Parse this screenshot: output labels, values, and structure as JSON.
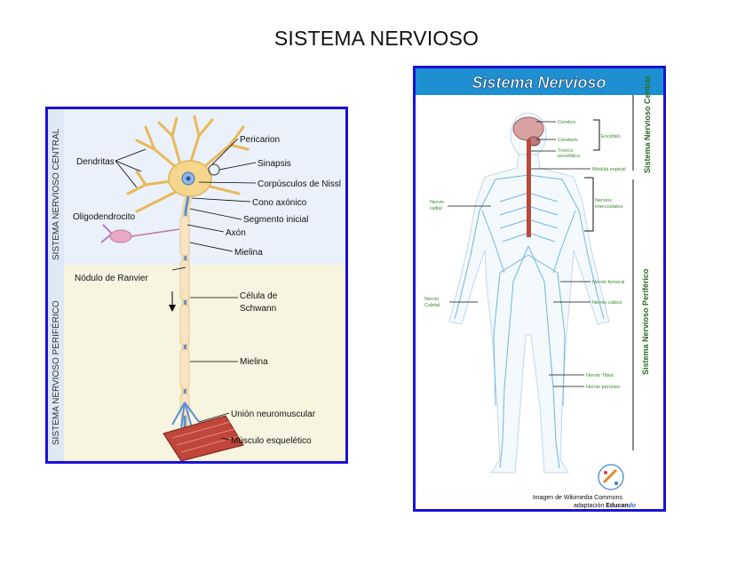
{
  "slide": {
    "title": "SISTEMA NERVIOSO"
  },
  "neuron_panel": {
    "side_central": "SISTEMA NERVIOSO CENTRAL",
    "side_peripheral": "SISTEMA NERVIOSO PERIFÉRICO",
    "labels": {
      "dendritas": "Dendritas",
      "pericarion": "Pericarion",
      "sinapsis": "Sinapsis",
      "nissl": "Corpúsculos de Nissl",
      "cono": "Cono axónico",
      "segmento": "Segmento inicial",
      "oligo": "Oligodendrocito",
      "axon": "Axón",
      "mielina1": "Mielina",
      "ranvier": "Nódulo de Ranvier",
      "schwann1": "Célula de",
      "schwann2": "Schwann",
      "mielina2": "Mielina",
      "union": "Unión neuromuscular",
      "musculo": "Músculo esquelético"
    },
    "colors": {
      "central_bg": "#eaf1fa",
      "peripheral_bg": "#f7f5df",
      "neuron": "#f5d68c",
      "axon": "#5b8fd6"
    }
  },
  "body_panel": {
    "header": "Sistema Nervioso",
    "side_central": "Sistema Nervioso Central",
    "side_peripheral": "Sistema Nervioso Periférico",
    "labels": {
      "cerebro": "Cerebro",
      "cerebelo": "Cerebelo",
      "tronco1": "Tronco",
      "tronco2": "encefálico",
      "encefalo": "Encéfalo",
      "medula": "Médula espinal",
      "intercostales1": "Nervios",
      "intercostales2": "intercostales",
      "radial1": "Nervio",
      "radial2": "radial",
      "femoral": "Nervio femoral",
      "cubital1": "Nervio",
      "cubital2": "Cubital",
      "ciatico": "Nervio ciático",
      "tibial": "Nervio Tibial",
      "peroneo": "Nervio peroneo"
    },
    "credit_line1": "Imagen de Wikimedia Commons",
    "credit_line2_prefix": "adaptación",
    "credit_brand": "Educan",
    "credit_brand_suffix": "do",
    "colors": {
      "header_bg": "#1e8fd0",
      "nerves": "#6fb7e0",
      "spine": "#b84a3a",
      "brain": "#c98f8f"
    }
  }
}
